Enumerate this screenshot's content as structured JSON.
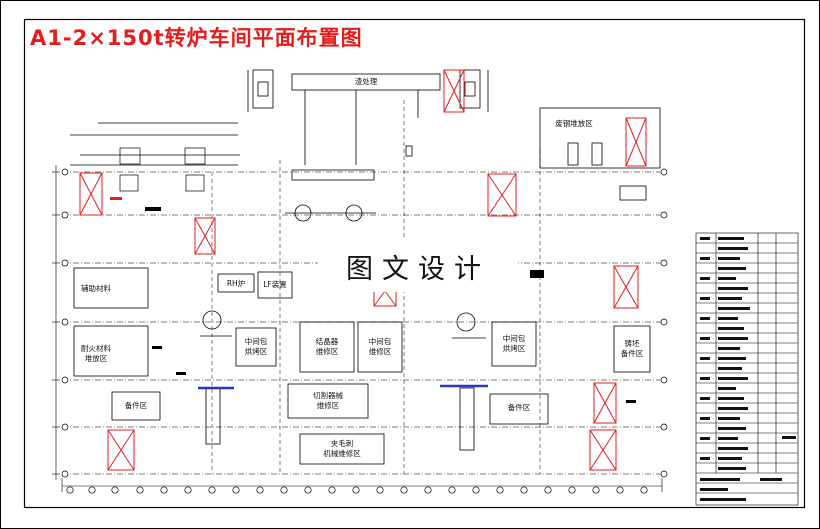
{
  "title": "A1-2×150t转炉车间平面布置图",
  "watermark": "图文设计",
  "zones": {
    "slag_room": "渣处理",
    "scrap_area": "废钢堆放区",
    "aux_material": "辅助材料",
    "refractory_area": "耐火材料\n堆放区",
    "rh_furnace": "RH炉",
    "lf_device": "LF装置",
    "ladle_bake_1": "中间包\n烘烤区",
    "mold_repair": "结晶器\n维修区",
    "ladle_repair_1": "中间包\n维修区",
    "ladle_bake_2": "中间包\n烘烤区",
    "billet_spares": "铸坯\n备件区",
    "spares_1": "备件区",
    "cutter_repair": "切割器械\n维修区",
    "spares_2": "备件区",
    "roller_repair": "夹毛刺\n机械维修区"
  }
}
